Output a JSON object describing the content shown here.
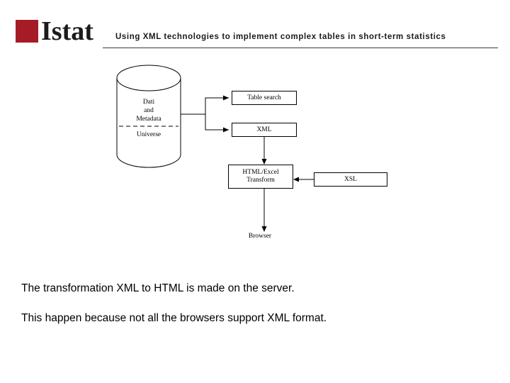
{
  "header": {
    "logo_text": "Istat",
    "logo_color": "#a61c26",
    "title": "Using XML technologies to implement complex tables in short-term statistics"
  },
  "diagram": {
    "cylinder": {
      "label_line1": "Dati",
      "label_line2": "and",
      "label_line3": "Metadata",
      "label_line4": "Universe"
    },
    "nodes": [
      {
        "id": "table-search",
        "label": "Table search"
      },
      {
        "id": "xml",
        "label": "XML"
      },
      {
        "id": "html-excel-transform",
        "label": "HTML/Excel\nTransform"
      },
      {
        "id": "xsl",
        "label": "XSL"
      },
      {
        "id": "browser",
        "label": "Browser"
      }
    ],
    "node_labels": {
      "table_search": "Table search",
      "xml": "XML",
      "transform_line1": "HTML/Excel",
      "transform_line2": "Transform",
      "xsl": "XSL",
      "browser": "Browser"
    }
  },
  "body": {
    "line1": "The transformation XML to HTML is made on the server.",
    "line2": "This happen because not all the browsers  support XML format."
  }
}
